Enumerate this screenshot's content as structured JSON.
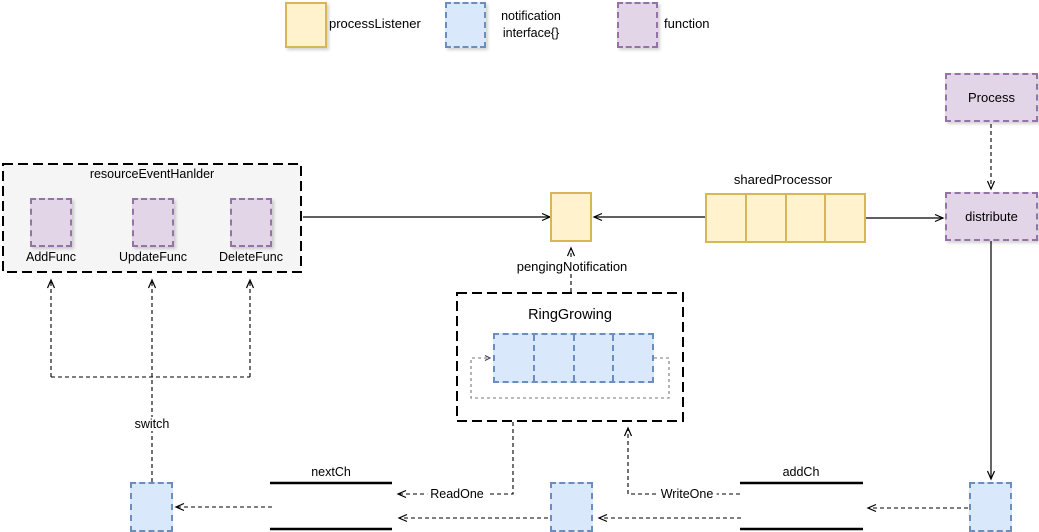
{
  "legend": {
    "process_listener_label": "processListener",
    "notification_label_line1": "notification",
    "notification_label_line2": "interface{}",
    "function_label": "function"
  },
  "handler": {
    "title": "resourceEventHanlder",
    "add_func_label": "AddFunc",
    "update_func_label": "UpdateFunc",
    "delete_func_label": "DeleteFunc"
  },
  "nodes": {
    "process_label": "Process",
    "distribute_label": "distribute",
    "shared_processor_label": "sharedProcessor",
    "penging_notification_label": "pengingNotification",
    "ring_growing_label": "RingGrowing"
  },
  "channels": {
    "next_ch_label": "nextCh",
    "add_ch_label": "addCh"
  },
  "edge_labels": {
    "switch_label": "switch",
    "read_one_label": "ReadOne",
    "write_one_label": "WriteOne"
  },
  "colors": {
    "process_listener_fill": "#fff2cc",
    "process_listener_border": "#d6b656",
    "notification_fill": "#dae8fc",
    "notification_border": "#6c8ebf",
    "function_fill": "#e1d5e7",
    "function_border": "#9673a6",
    "handler_container_fill": "#f5f5f5",
    "line_color": "#000000"
  }
}
